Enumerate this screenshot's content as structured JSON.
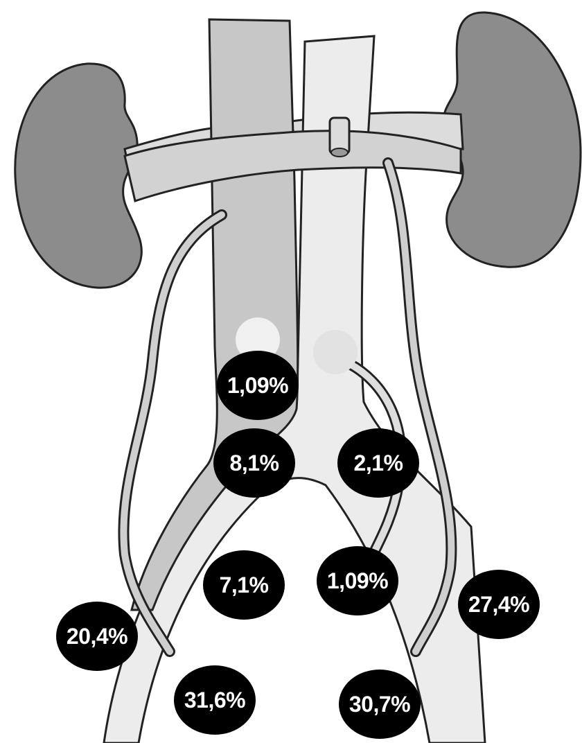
{
  "colors": {
    "kidney": "#8c8c8c",
    "vena_cava": "#c7c7c7",
    "aorta": "#e8e8e8",
    "ureter": "#cfcfcf",
    "outline": "#222222",
    "badge_bg": "#000000",
    "badge_text": "#ffffff"
  },
  "labels": [
    {
      "id": "1,09-upper",
      "text": "1,09%"
    },
    {
      "id": "8,1",
      "text": "8,1%"
    },
    {
      "id": "2,1",
      "text": "2,1%"
    },
    {
      "id": "7,1",
      "text": "7,1%"
    },
    {
      "id": "1,09-lower",
      "text": "1,09%"
    },
    {
      "id": "27,4",
      "text": "27,4%"
    },
    {
      "id": "20,4",
      "text": "20,4%"
    },
    {
      "id": "31,6",
      "text": "31,6%"
    },
    {
      "id": "30,7",
      "text": "30,7%"
    }
  ]
}
